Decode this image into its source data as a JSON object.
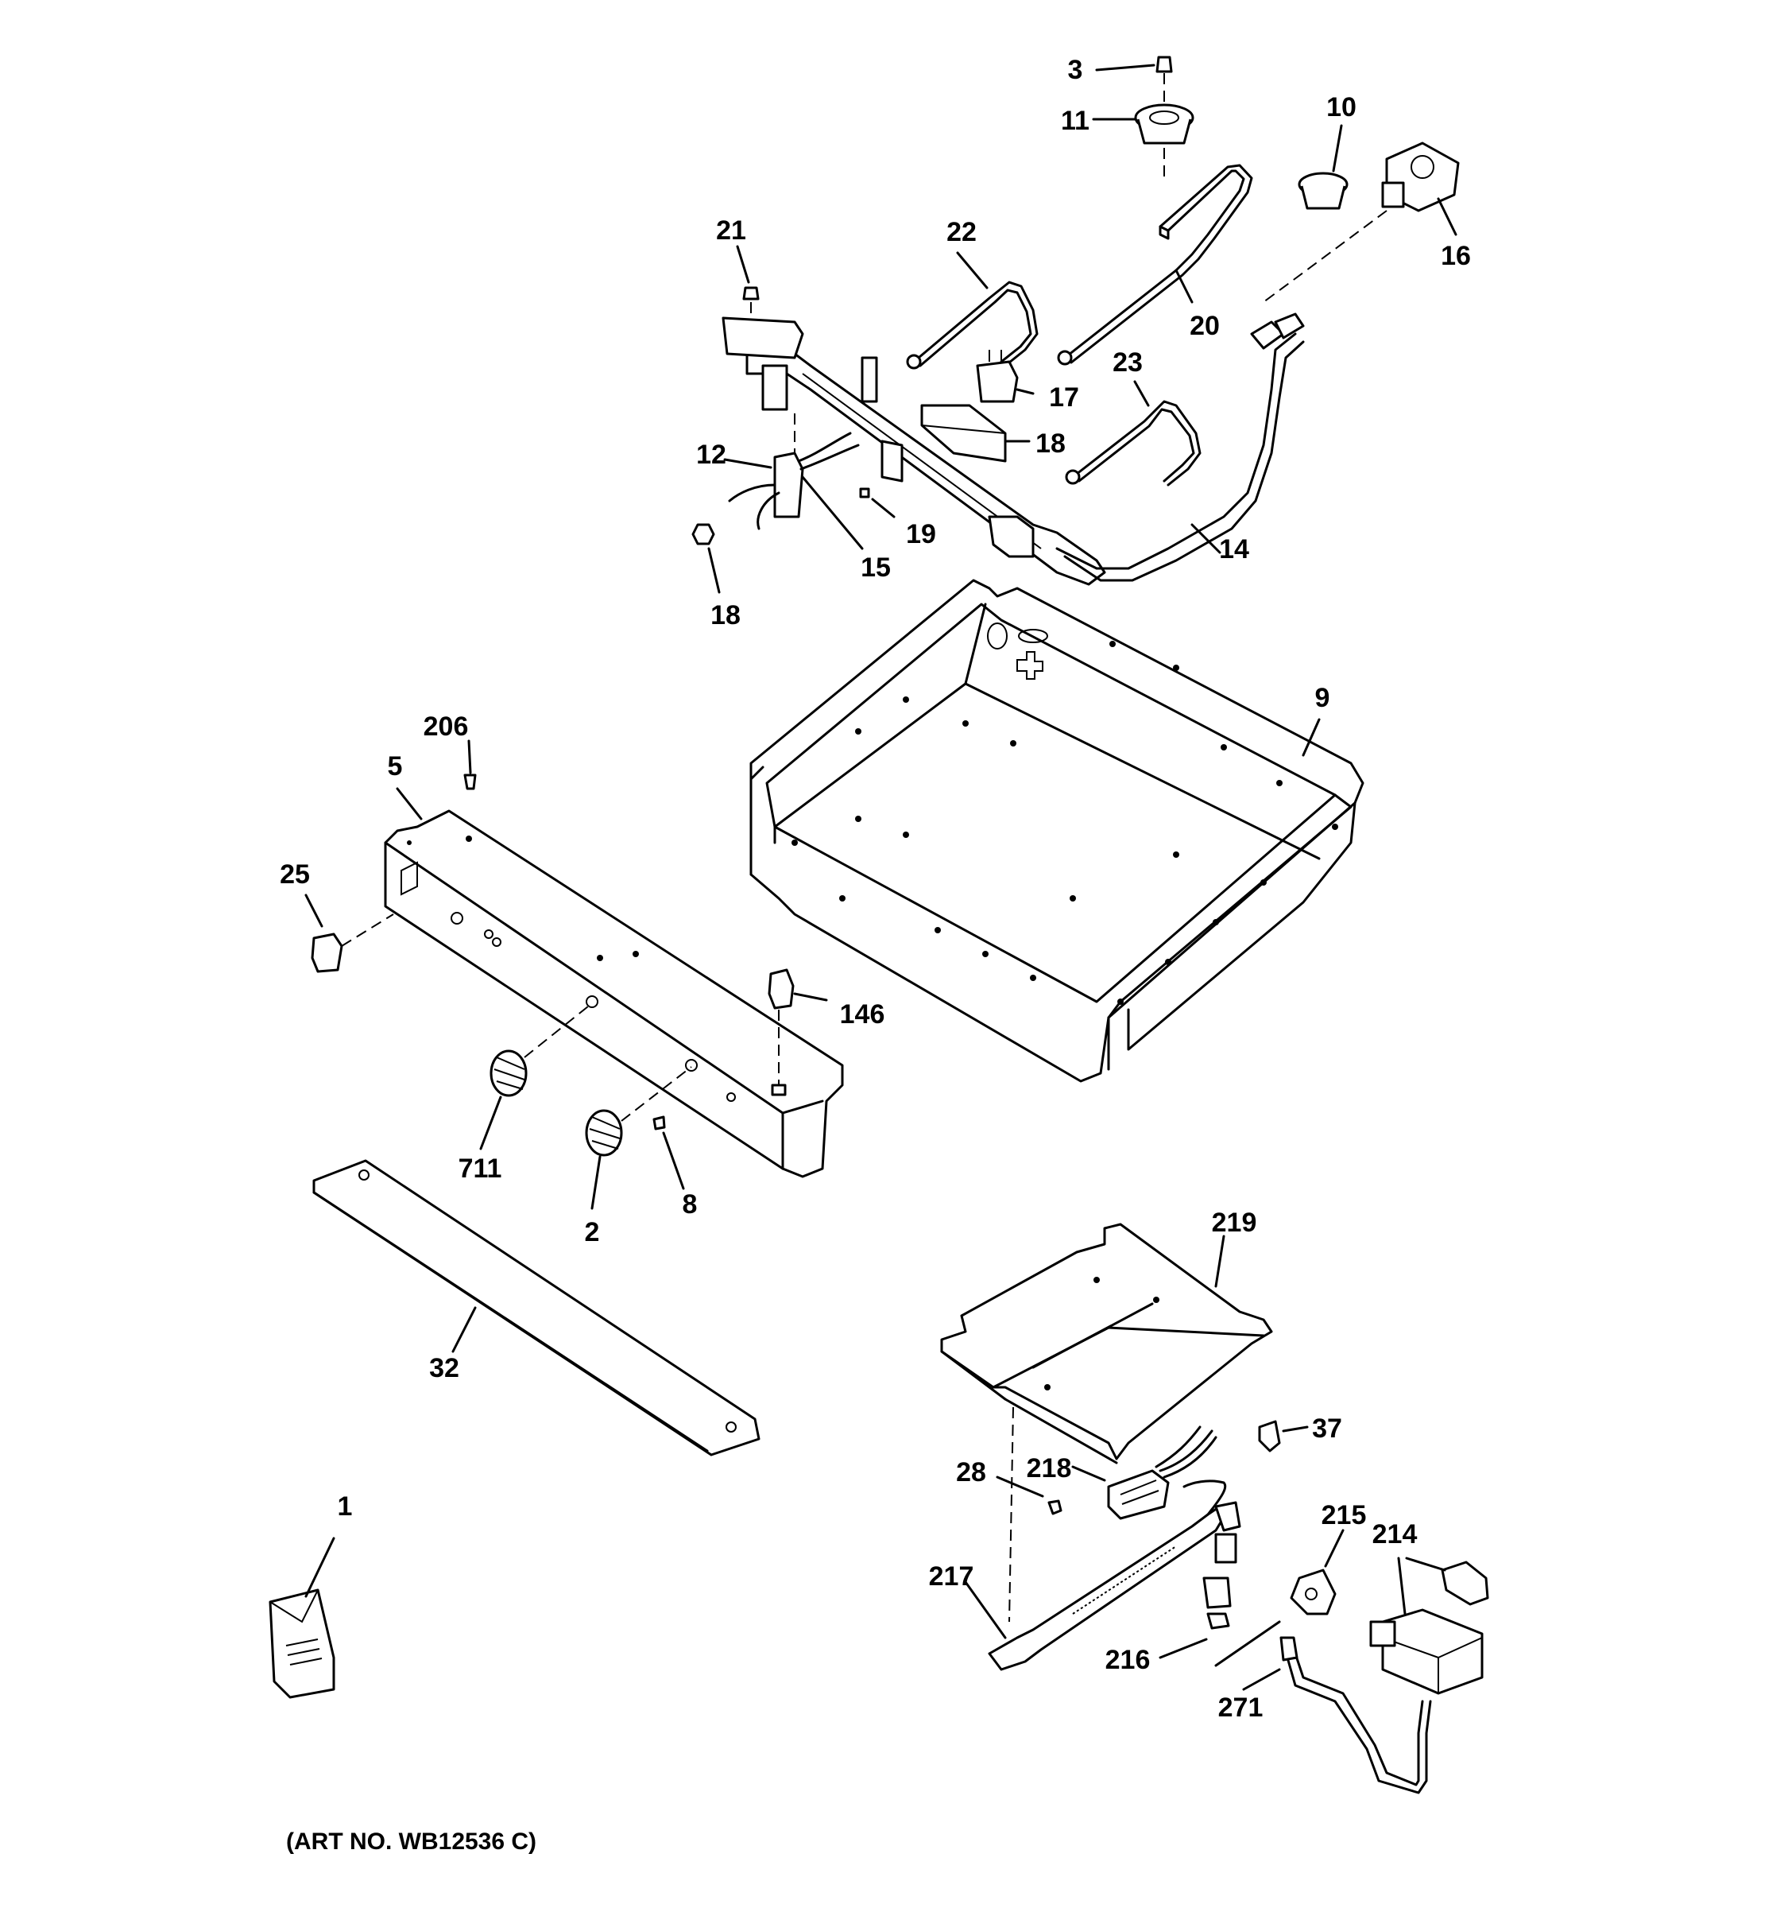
{
  "callouts": [
    {
      "id": "3",
      "text": "3"
    },
    {
      "id": "11",
      "text": "11"
    },
    {
      "id": "10",
      "text": "10"
    },
    {
      "id": "16",
      "text": "16"
    },
    {
      "id": "21",
      "text": "21"
    },
    {
      "id": "22",
      "text": "22"
    },
    {
      "id": "20",
      "text": "20"
    },
    {
      "id": "17",
      "text": "17"
    },
    {
      "id": "23",
      "text": "23"
    },
    {
      "id": "18a",
      "text": "18"
    },
    {
      "id": "12",
      "text": "12"
    },
    {
      "id": "19",
      "text": "19"
    },
    {
      "id": "14",
      "text": "14"
    },
    {
      "id": "15",
      "text": "15"
    },
    {
      "id": "18b",
      "text": "18"
    },
    {
      "id": "9",
      "text": "9"
    },
    {
      "id": "206",
      "text": "206"
    },
    {
      "id": "5",
      "text": "5"
    },
    {
      "id": "25",
      "text": "25"
    },
    {
      "id": "146",
      "text": "146"
    },
    {
      "id": "711",
      "text": "711"
    },
    {
      "id": "2",
      "text": "2"
    },
    {
      "id": "8",
      "text": "8"
    },
    {
      "id": "219",
      "text": "219"
    },
    {
      "id": "32",
      "text": "32"
    },
    {
      "id": "37",
      "text": "37"
    },
    {
      "id": "28",
      "text": "28"
    },
    {
      "id": "218",
      "text": "218"
    },
    {
      "id": "1",
      "text": "1"
    },
    {
      "id": "215",
      "text": "215"
    },
    {
      "id": "214",
      "text": "214"
    },
    {
      "id": "217",
      "text": "217"
    },
    {
      "id": "216",
      "text": "216"
    },
    {
      "id": "271",
      "text": "271"
    }
  ],
  "art_number": "(ART NO. WB12536 C)"
}
